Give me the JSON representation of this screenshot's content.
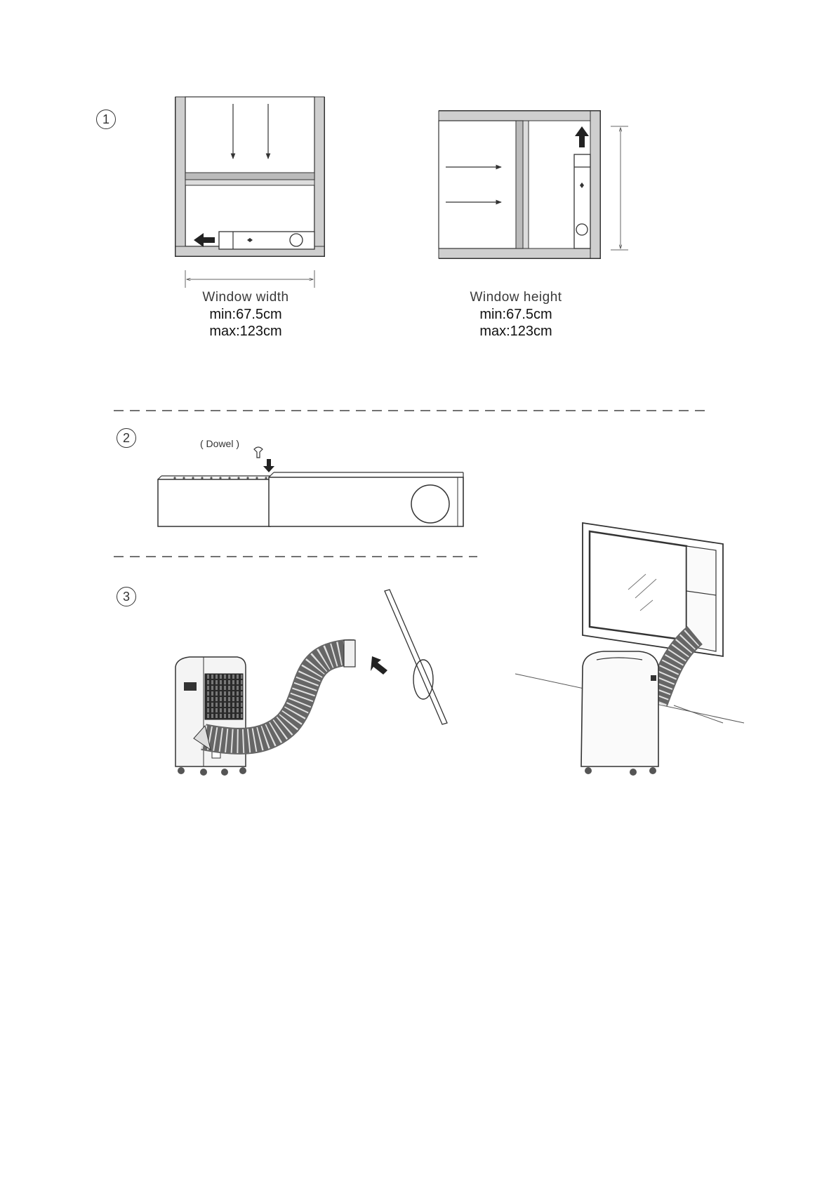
{
  "steps": [
    "1",
    "2",
    "3"
  ],
  "step1": {
    "width_caption": "Window  width",
    "width_min": "min:67.5cm",
    "width_max": "max:123cm",
    "height_caption": "Window  height",
    "height_min": "min:67.5cm",
    "height_max": "max:123cm"
  },
  "step2": {
    "dowel_label": "( Dowel )"
  },
  "colors": {
    "line": "#333333",
    "frame": "#bdbdbd",
    "shade": "#e9e9e9"
  }
}
